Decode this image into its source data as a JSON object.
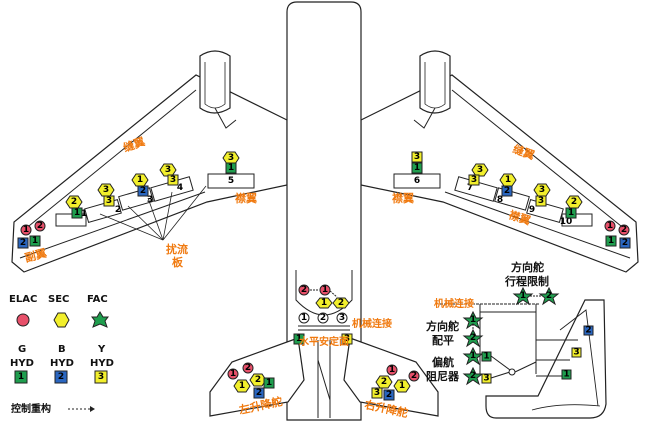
{
  "labels": {
    "aileron": "副翼",
    "slat_left": "缝翼",
    "slat_right": "缝翼",
    "flap_left": "襟翼",
    "flap_right": "襟翼",
    "flap_right_inner": "襟翼",
    "spoiler_left": "扰流",
    "spoiler_left2": "板",
    "mech_link_stab": "机械连接",
    "stabilizer": "水平安定面",
    "left_elevator": "左升降舵",
    "right_elevator": "右升降舵",
    "rudder_limit1": "方向舵",
    "rudder_limit2": "行程限制",
    "mech_link_rudder": "机械连接",
    "rudder_trim1": "方向舵",
    "rudder_trim2": "配平",
    "yaw_damper1": "偏航",
    "yaw_damper2": "阻尼器"
  },
  "legend": {
    "computers": [
      {
        "label": "ELAC",
        "color": "#e8506a"
      },
      {
        "label": "SEC",
        "color": "#f2ef2c"
      },
      {
        "label": "FAC",
        "color": "#1f9e4e"
      }
    ],
    "hyd": [
      {
        "line1": "G",
        "line2": "HYD",
        "num": "1",
        "color": "#1f9e4e"
      },
      {
        "line1": "B",
        "line2": "HYD",
        "num": "2",
        "color": "#2a66c0"
      },
      {
        "line1": "Y",
        "line2": "HYD",
        "num": "3",
        "color": "#f2ef2c"
      }
    ],
    "reconfig": "控制重构"
  },
  "spoiler_numbers": [
    "1",
    "2",
    "3",
    "4",
    "5",
    "6",
    "7",
    "8",
    "9",
    "10"
  ],
  "stab_codes": [
    "1",
    "2",
    "3"
  ],
  "colors": {
    "elac": "#e8506a",
    "sec": "#f2ef2c",
    "fac": "#1f9e4e",
    "green": "#1f9e4e",
    "blue": "#2a66c0",
    "yellow": "#f2ef2c",
    "orange": "#f07a10"
  }
}
